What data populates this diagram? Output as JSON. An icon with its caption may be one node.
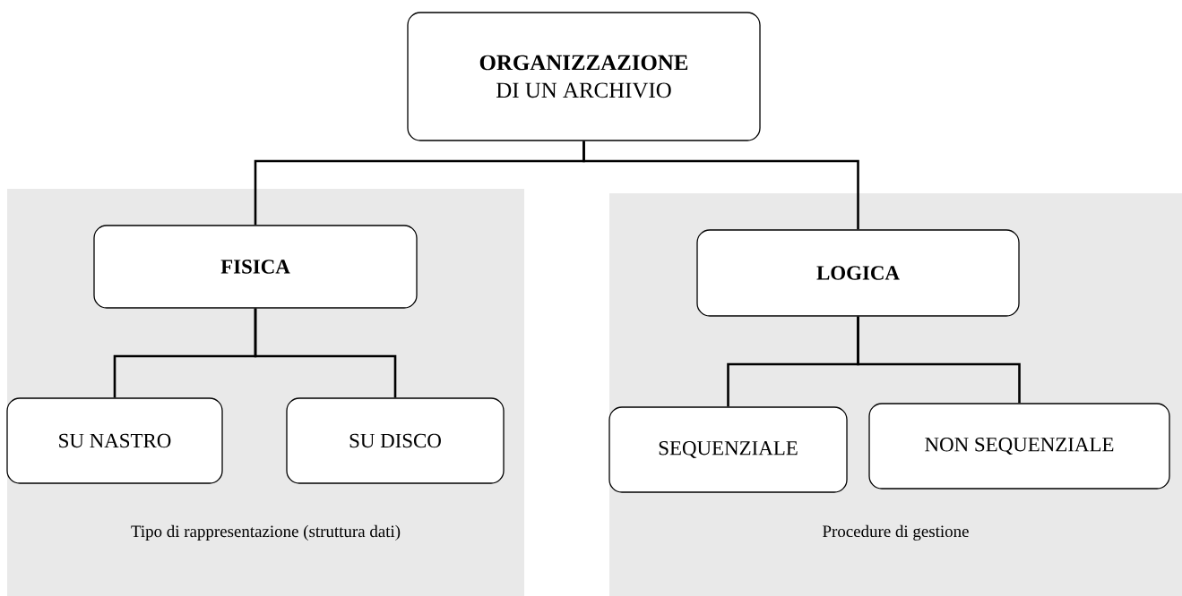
{
  "diagram": {
    "nodes": [
      {
        "text": [
          "ORGANIZZAZIONE",
          "DI UN ARCHIVIO"
        ]
      },
      {
        "text": [
          "Tipo di rappresentazione (struttura dati)"
        ]
      },
      {
        "text": [
          "FISICA"
        ],
        "in": 1
      },
      {
        "text": [
          "SU NASTRO"
        ],
        "in": 1
      },
      {
        "text": [
          "SU DISCO"
        ],
        "in": 1
      },
      {
        "text": [
          "Procedure di gestione"
        ]
      },
      {
        "text": [
          "LOGICA"
        ],
        "in": 5
      },
      {
        "text": [
          "SEQUENZIALE"
        ],
        "in": 5
      },
      {
        "text": [
          "NON SEQUENZIALE"
        ],
        "in": 5
      }
    ],
    "edges": [
      {
        "from": 0,
        "to": 2,
        "arrow": "none"
      },
      {
        "from": 0,
        "to": 6,
        "arrow": "none"
      },
      {
        "from": 2,
        "to": 3,
        "arrow": "none"
      },
      {
        "from": 2,
        "to": 4,
        "arrow": "none"
      },
      {
        "from": 6,
        "to": 7,
        "arrow": "none"
      },
      {
        "from": 6,
        "to": 8,
        "arrow": "none"
      }
    ]
  }
}
